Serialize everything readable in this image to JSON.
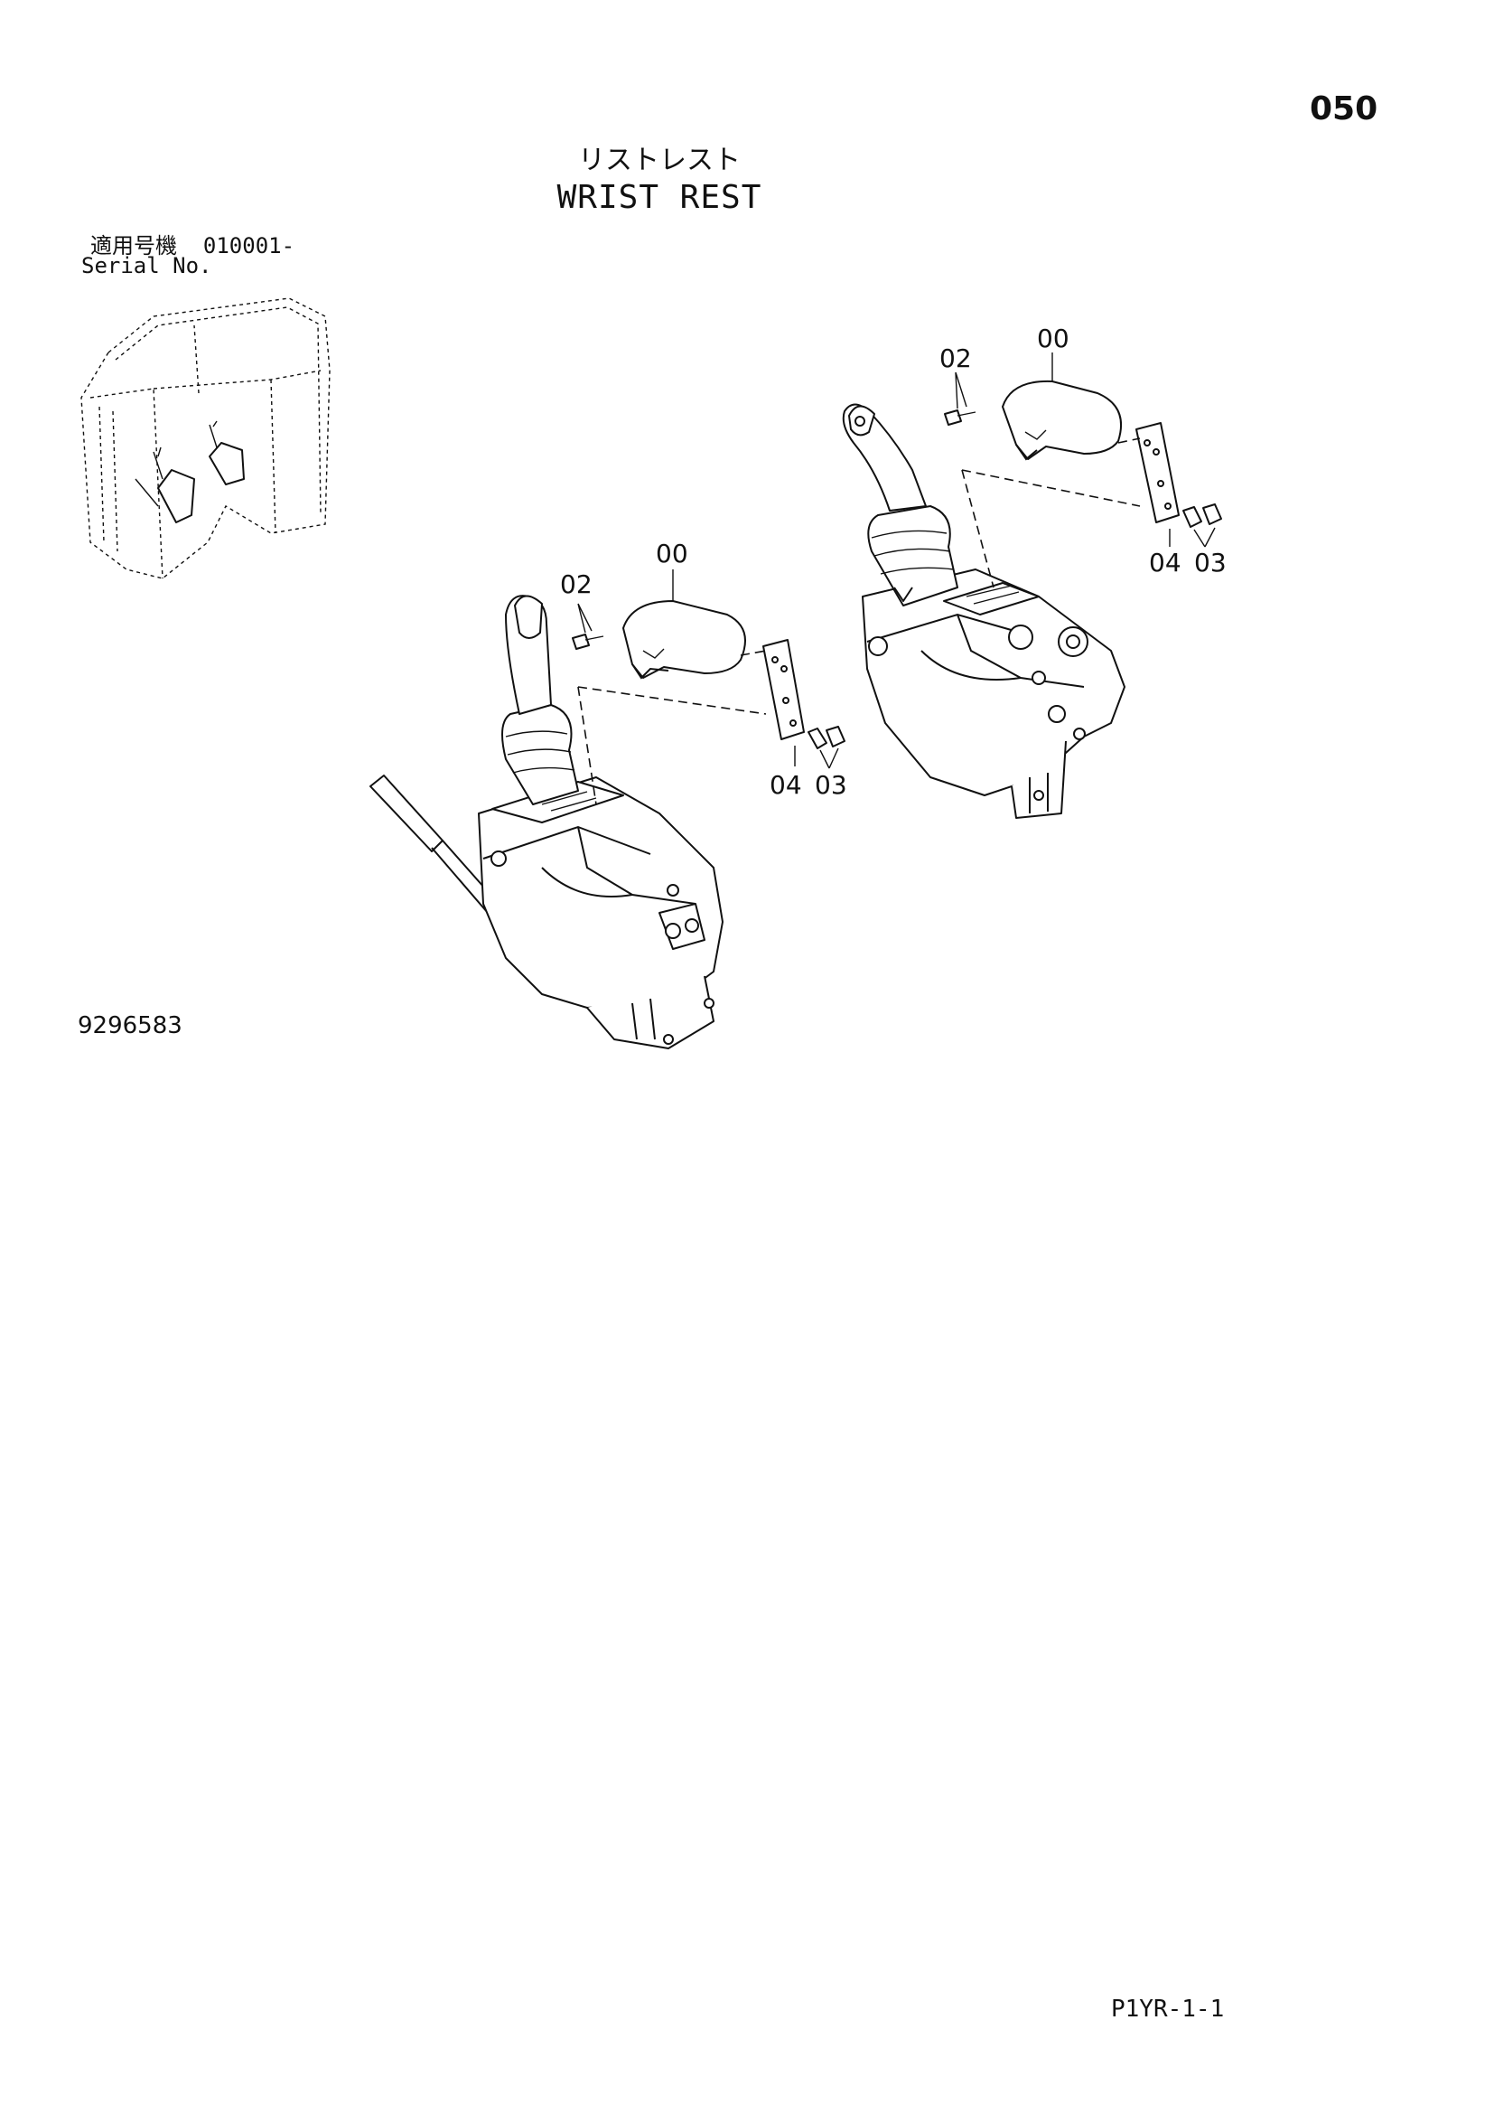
{
  "page_number": "050",
  "title_jp": "リストレスト",
  "title_en": "WRIST REST",
  "serial_label_jp": "適用号機",
  "serial_range": "010001-",
  "serial_label_en": "Serial No.",
  "drawing_number": "9296583",
  "page_code": "P1YR-1-1",
  "callouts": {
    "left_wrist_rest": "00",
    "left_screw": "02",
    "left_bracket": "04",
    "left_bolt": "03",
    "right_wrist_rest": "00",
    "right_screw": "02",
    "right_bracket": "04",
    "right_bolt": "03"
  }
}
